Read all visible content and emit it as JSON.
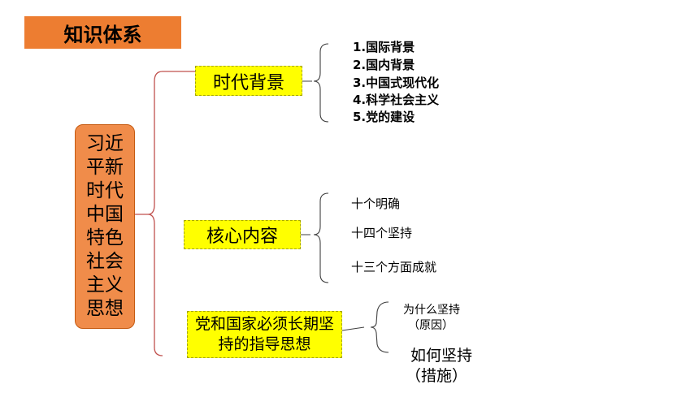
{
  "title": "知识体系",
  "root": "习近平新时代中国特色社会主义思想",
  "colors": {
    "title_bg": "#ED7D31",
    "root_bg": "#F08C4A",
    "branch_bg": "#FFFF00",
    "connector_red": "#C0504D",
    "connector_gray": "#404040"
  },
  "branches": [
    {
      "label": "时代背景",
      "items": [
        "1.国际背景",
        "2.国内背景",
        "3.中国式现代化",
        "4.科学社会主义",
        "5.党的建设"
      ]
    },
    {
      "label": "核心内容",
      "items": [
        "十个明确",
        "十四个坚持",
        "十三个方面成就"
      ]
    },
    {
      "label": "党和国家必须长期坚持的指导思想",
      "items": [
        {
          "line1": "为什么坚持",
          "line2": "（原因）"
        },
        {
          "line1": "如何坚持",
          "line2": "（措施）"
        }
      ]
    }
  ]
}
